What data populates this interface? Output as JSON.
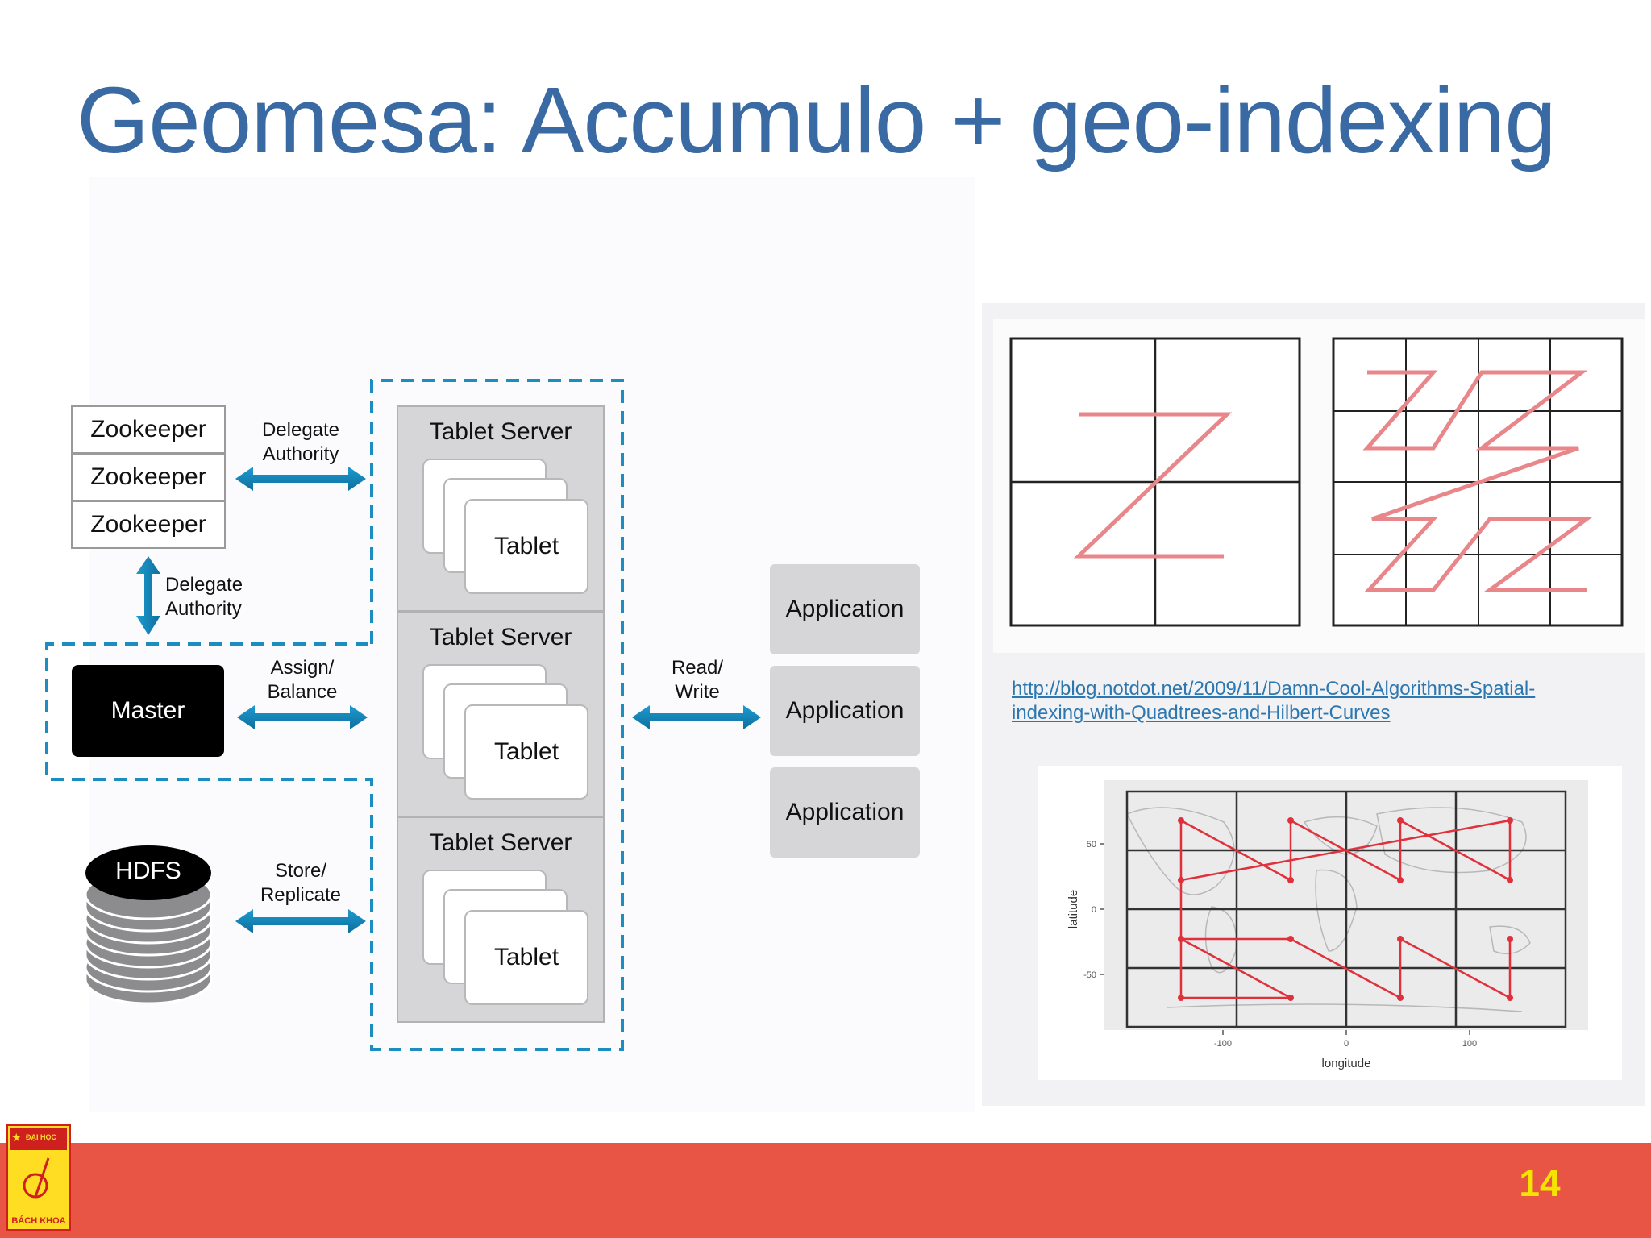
{
  "slide": {
    "title": "Geomesa: Accumulo + geo-indexing",
    "page_number": "14"
  },
  "accumulo_diagram": {
    "zookeepers": [
      "Zookeeper",
      "Zookeeper",
      "Zookeeper"
    ],
    "delegate_authority_top": [
      "Delegate",
      "Authority"
    ],
    "delegate_authority_vertical": [
      "Delegate",
      "Authority"
    ],
    "master": "Master",
    "assign_balance": [
      "Assign/",
      "Balance"
    ],
    "hdfs": "HDFS",
    "store_replicate": [
      "Store/",
      "Replicate"
    ],
    "tablet_servers": [
      {
        "label": "Tablet Server",
        "tablet": "Tablet"
      },
      {
        "label": "Tablet Server",
        "tablet": "Tablet"
      },
      {
        "label": "Tablet Server",
        "tablet": "Tablet"
      }
    ],
    "read_write": [
      "Read/",
      "Write"
    ],
    "applications": [
      "Application",
      "Application",
      "Application"
    ],
    "colors": {
      "arrow": "#1b8dc1",
      "dashed_border": "#1b8dc1",
      "server_fill": "#d6d6d8",
      "master_fill": "#000000"
    }
  },
  "zorder_panel": {
    "curve_color": "#e8868a",
    "grid_color": "#222222"
  },
  "reference_link": {
    "line1": "http://blog.notdot.net/2009/11/Damn-Cool-Algorithms-Spatial-",
    "line2": "indexing-with-Quadtrees-and-Hilbert-Curves"
  },
  "world_map_plot": {
    "xlabel": "longitude",
    "ylabel": "latitude",
    "x_ticks": [
      "-100",
      "0",
      "100"
    ],
    "y_ticks": [
      "50",
      "0",
      "-50"
    ],
    "curve_color": "#e0303c"
  },
  "logo": {
    "top_text": "ĐẠI HỌC",
    "bottom_text": "BÁCH KHOA"
  },
  "colors": {
    "title": "#3a6aa3",
    "footer": "#e85545",
    "page_number": "#f5e400"
  }
}
